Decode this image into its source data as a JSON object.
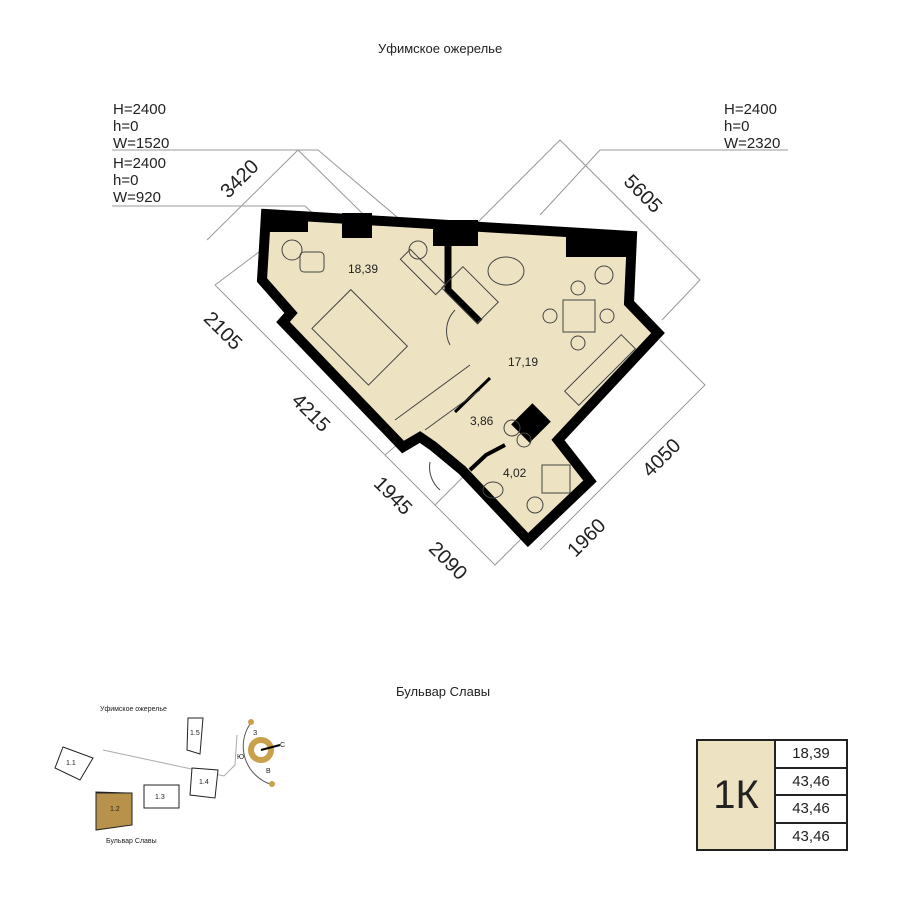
{
  "streets": {
    "top": "Уфимское ожерелье",
    "bottom": "Бульвар Славы"
  },
  "windows": [
    {
      "H": "H=2400",
      "h": "h=0",
      "W": "W=1520"
    },
    {
      "H": "H=2400",
      "h": "h=0",
      "W": "W=920"
    },
    {
      "H": "H=2400",
      "h": "h=0",
      "W": "W=2320"
    }
  ],
  "dimensions": {
    "d3420": "3420",
    "d5605": "5605",
    "d2105": "2105",
    "d4215": "4215",
    "d1945": "1945",
    "d2090": "2090",
    "d1960": "1960",
    "d4050": "4050"
  },
  "rooms": {
    "bedroom": "18,39",
    "living": "17,19",
    "hall": "3,86",
    "bath": "4,02"
  },
  "minimap": {
    "street_top": "Уфимское ожерелье",
    "street_bottom": "Бульвар Славы",
    "buildings": [
      "1.1",
      "1.2",
      "1.3",
      "1.4",
      "1.5"
    ],
    "highlight": "1.2",
    "highlight_color": "#b8924a"
  },
  "compass": {
    "w": "З",
    "e": "В",
    "n": "С",
    "s": "Ю",
    "ring_color": "#c9a04c"
  },
  "summary": {
    "type": "1К",
    "values": [
      "18,39",
      "43,46",
      "43,46",
      "43,46"
    ]
  },
  "colors": {
    "floor": "#ede3c3",
    "wall": "#000000"
  }
}
